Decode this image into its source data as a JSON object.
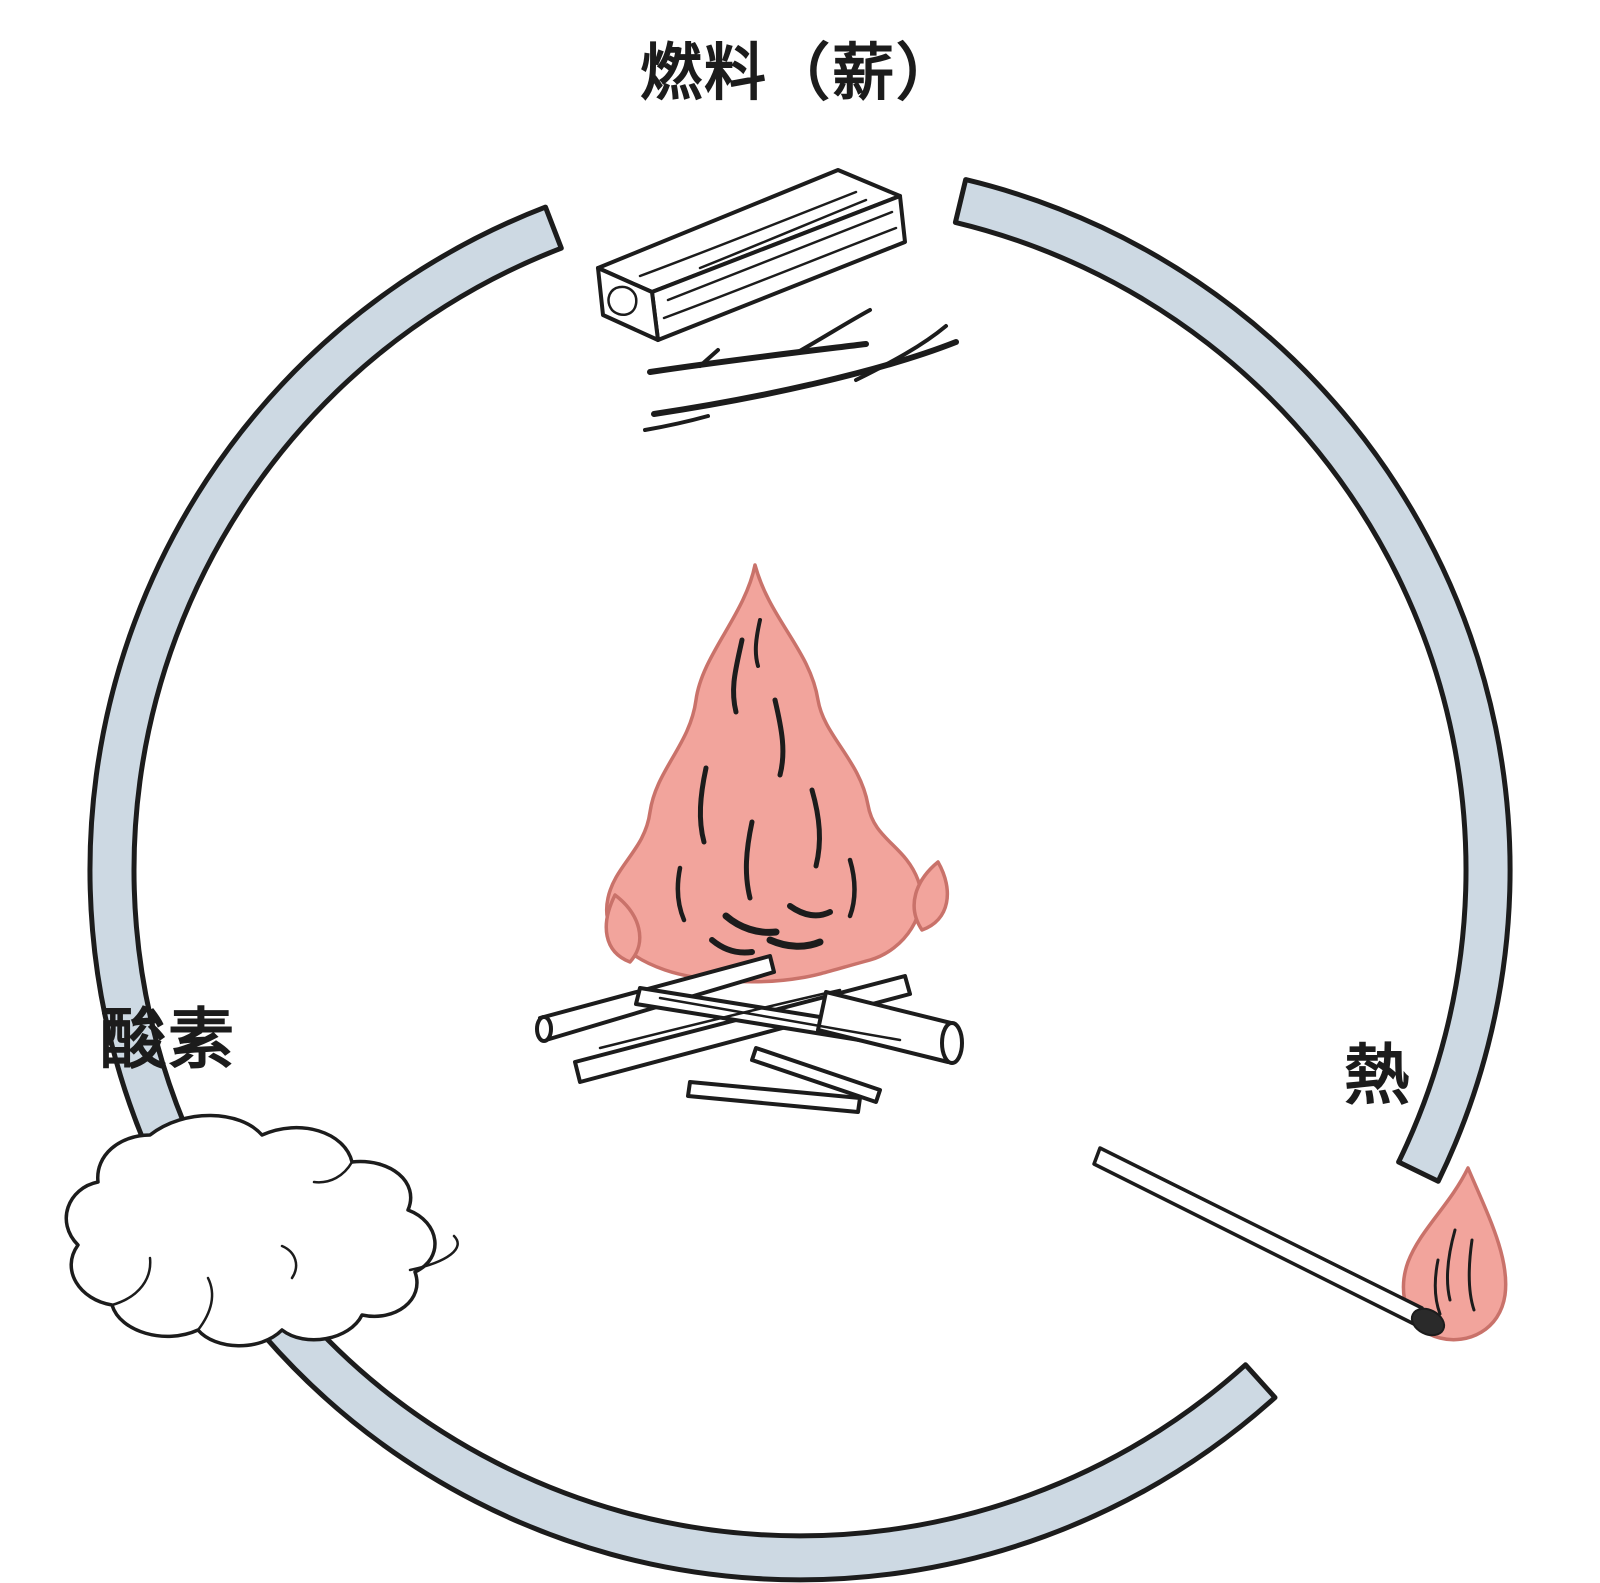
{
  "diagram": {
    "labels": {
      "fuel": "燃料（薪）",
      "oxygen": "酸素",
      "heat": "熱"
    },
    "colors": {
      "arc_fill": "#cdd9e3",
      "outline": "#1c1c1c",
      "flame_pink": "#f2a49c",
      "flame_edge": "#c9726a",
      "background": "#ffffff"
    },
    "icons": {
      "top": "firewood-icon",
      "center": "campfire-icon",
      "bottom_left": "oxygen-cloud-icon",
      "bottom_right": "burning-match-icon"
    }
  }
}
